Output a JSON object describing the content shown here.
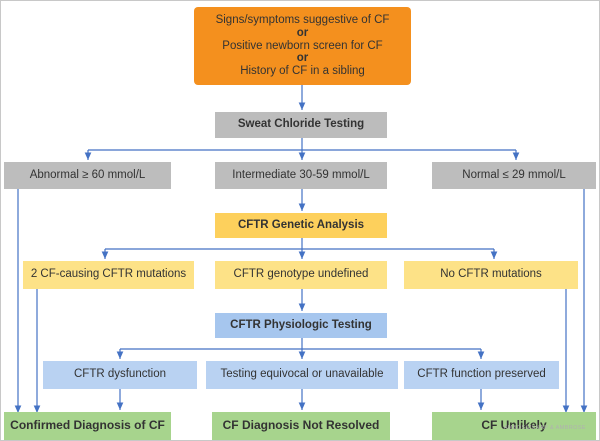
{
  "start": {
    "line1": "Signs/symptoms suggestive of CF",
    "or1": "or",
    "line2": "Positive newborn screen for CF",
    "or2": "or",
    "line3": "History of CF in a sibling"
  },
  "sweat_test": {
    "title": "Sweat Chloride Testing",
    "results": [
      "Abnormal ≥ 60 mmol/L",
      "Intermediate 30-59 mmol/L",
      "Normal ≤ 29 mmol/L"
    ]
  },
  "genetic": {
    "title": "CFTR Genetic Analysis",
    "results": [
      "2 CF-causing CFTR mutations",
      "CFTR genotype undefined",
      "No CFTR mutations"
    ]
  },
  "physiologic": {
    "title": "CFTR Physiologic Testing",
    "results": [
      "CFTR dysfunction",
      "Testing equivocal or unavailable",
      "CFTR function preserved"
    ]
  },
  "outcomes": [
    "Confirmed Diagnosis of CF",
    "CF Diagnosis Not Resolved",
    "CF Unlikely"
  ],
  "credit": "AMBOSS/SNAP & AMBROSE",
  "colors": {
    "start": "#f4901e",
    "sweat": "#bcbcbc",
    "genetic": "#fdd05c",
    "physiologic": "#a6c6ee",
    "outcome": "#a7d48d",
    "connector": "#4472c4"
  }
}
